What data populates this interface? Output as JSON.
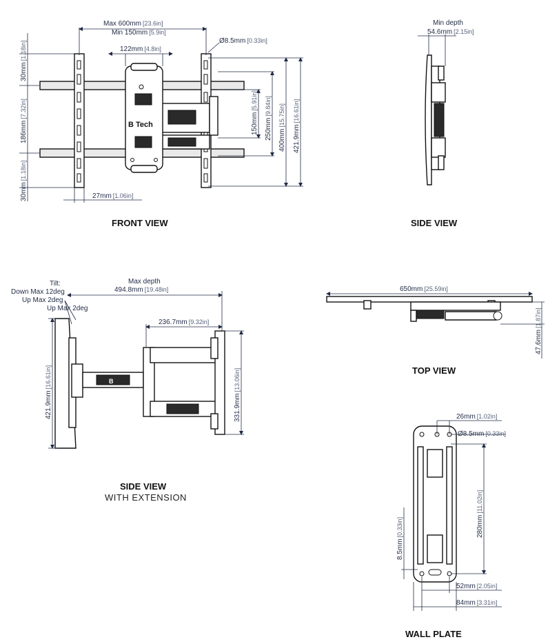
{
  "views": {
    "front": "FRONT VIEW",
    "side": "SIDE VIEW",
    "side_extension": "SIDE VIEW",
    "side_extension_sub": "WITH EXTENSION",
    "top": "TOP VIEW",
    "wall_plate": "WALL PLATE"
  },
  "brand_text": "B Tech",
  "front": {
    "max_width": "Max 600mm",
    "max_width_in": "[23.6in]",
    "min_width": "Min 150mm",
    "min_width_in": "[5.9in]",
    "center": "122mm",
    "center_in": "[4.8in]",
    "hole": "Ø8.5mm",
    "hole_in": "[0.33in]",
    "v150": "150mm",
    "v150_in": "[5.91in]",
    "v250": "250mm",
    "v250_in": "[9.84in]",
    "v400": "400mm",
    "v400_in": "[15.75in]",
    "v421": "421.9mm",
    "v421_in": "[16.61in]",
    "top30": "30mm",
    "top30_in": "[1.18in]",
    "mid186": "186mm",
    "mid186_in": "[7.32in]",
    "bot30": "30mm",
    "bot30_in": "[1.18in]",
    "bottom27": "27mm",
    "bottom27_in": "[1.06in]"
  },
  "side": {
    "min_depth_label": "Min depth",
    "min_depth": "54.6mm",
    "min_depth_in": "[2.15in]"
  },
  "side_ext": {
    "tilt_label": "Tilt:",
    "tilt_down": "Down Max 12deg",
    "tilt_up": "Up Max 2deg",
    "max_depth_label": "Max depth",
    "max_depth": "494.8mm",
    "max_depth_in": "[19.48in]",
    "arm": "236.7mm",
    "arm_in": "[9.32in]",
    "height": "421.9mm",
    "height_in": "[16.61in]",
    "plate_h": "331.9mm",
    "plate_h_in": "[13.06in]"
  },
  "top": {
    "width": "650mm",
    "width_in": "[25.59in]",
    "depth": "47.6mm",
    "depth_in": "[1.87in]"
  },
  "wall": {
    "d26": "26mm",
    "d26_in": "[1.02in]",
    "hole": "Ø8.5mm",
    "hole_in": "[0.33in]",
    "h280": "280mm",
    "h280_in": "[11.02in]",
    "slot": "8.5mm",
    "slot_in": "[0.33in]",
    "w52": "52mm",
    "w52_in": "[2.05in]",
    "w84": "84mm",
    "w84_in": "[3.31in]"
  }
}
